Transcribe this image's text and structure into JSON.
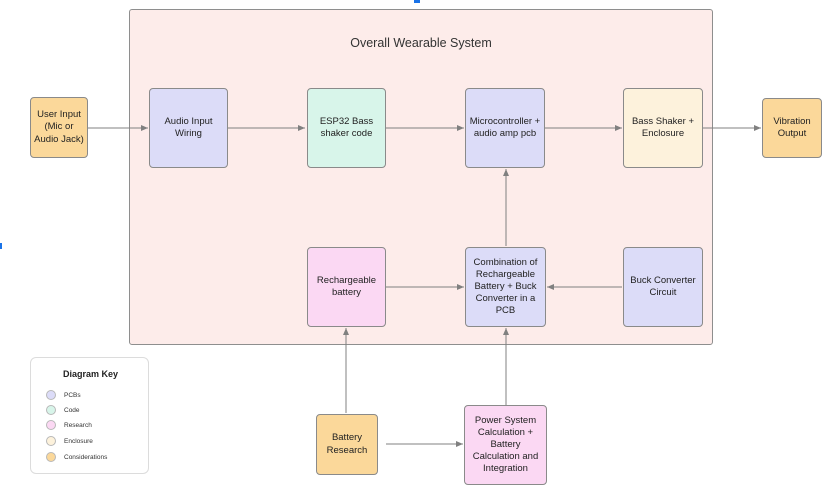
{
  "diagram": {
    "title": "Overall Wearable System",
    "nodes": {
      "user_input": "User Input (Mic or Audio Jack)",
      "audio_input_wiring": "Audio Input Wiring",
      "esp32_code": "ESP32 Bass shaker code",
      "microcontroller": "Microcontroller + audio amp pcb",
      "bass_shaker": "Bass Shaker + Enclosure",
      "vibration_output": "Vibration Output",
      "rechargeable_battery": "Rechargeable battery",
      "combination_pcb": "Combination of Rechargeable Battery + Buck Converter in a PCB",
      "buck_converter": "Buck Converter Circuit",
      "battery_research": "Battery Research",
      "power_system": "Power System Calculation + Battery Calculation and Integration"
    },
    "edges": [
      {
        "from": "User Input",
        "to": "Audio Input Wiring"
      },
      {
        "from": "Audio Input Wiring",
        "to": "ESP32 Bass shaker code"
      },
      {
        "from": "ESP32 Bass shaker code",
        "to": "Microcontroller + audio amp pcb"
      },
      {
        "from": "Microcontroller + audio amp pcb",
        "to": "Bass Shaker + Enclosure"
      },
      {
        "from": "Bass Shaker + Enclosure",
        "to": "Vibration Output"
      },
      {
        "from": "Combination PCB",
        "to": "Microcontroller + audio amp pcb"
      },
      {
        "from": "Rechargeable battery",
        "to": "Combination PCB"
      },
      {
        "from": "Buck Converter Circuit",
        "to": "Combination PCB"
      },
      {
        "from": "Battery Research",
        "to": "Rechargeable battery"
      },
      {
        "from": "Battery Research",
        "to": "Power System Calculation"
      },
      {
        "from": "Power System Calculation",
        "to": "Combination PCB"
      }
    ]
  },
  "key": {
    "title": "Diagram Key",
    "items": [
      {
        "label": "PCBs",
        "color": "#dcdcf8"
      },
      {
        "label": "Code",
        "color": "#d8f5ea"
      },
      {
        "label": "Research",
        "color": "#fbd8f3"
      },
      {
        "label": "Enclosure",
        "color": "#fdf2dc"
      },
      {
        "label": "Considerations",
        "color": "#fbd89a"
      }
    ]
  },
  "colors": {
    "system_background": "#fdecea",
    "arrow": "#808080"
  }
}
